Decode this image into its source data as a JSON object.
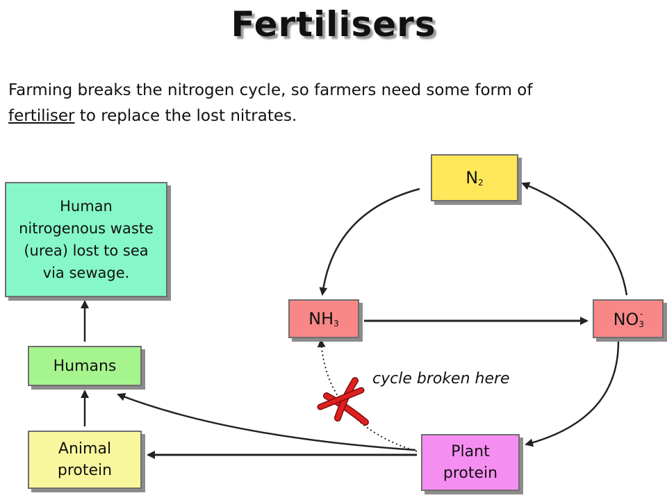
{
  "title": "Fertilisers",
  "intro": {
    "text_before": "Farming breaks the nitrogen cycle, so farmers need some form of",
    "underlined": "fertiliser",
    "text_after": " to replace the lost nitrates."
  },
  "boxes": {
    "human_waste": [
      "Human",
      "nitrogenous waste",
      "(urea) lost to sea",
      "via sewage."
    ],
    "humans": "Humans",
    "animal_protein": [
      "Animal",
      "protein"
    ],
    "n2": {
      "base": "N",
      "sub": "2"
    },
    "nh3": {
      "base": "NH",
      "sub": "3"
    },
    "no3": {
      "base": "NO",
      "sub": "3",
      "sup": "-"
    },
    "plant_protein": [
      "Plant",
      "protein"
    ]
  },
  "annotation": "cycle broken here",
  "colors": {
    "human_waste": "#85f7c8",
    "humans": "#a6f48e",
    "animal_protein": "#f8f79e",
    "n2": "#ffe75a",
    "nh3_no3": "#f98787",
    "plant_protein": "#f68ef2",
    "cross": "#e02020"
  }
}
